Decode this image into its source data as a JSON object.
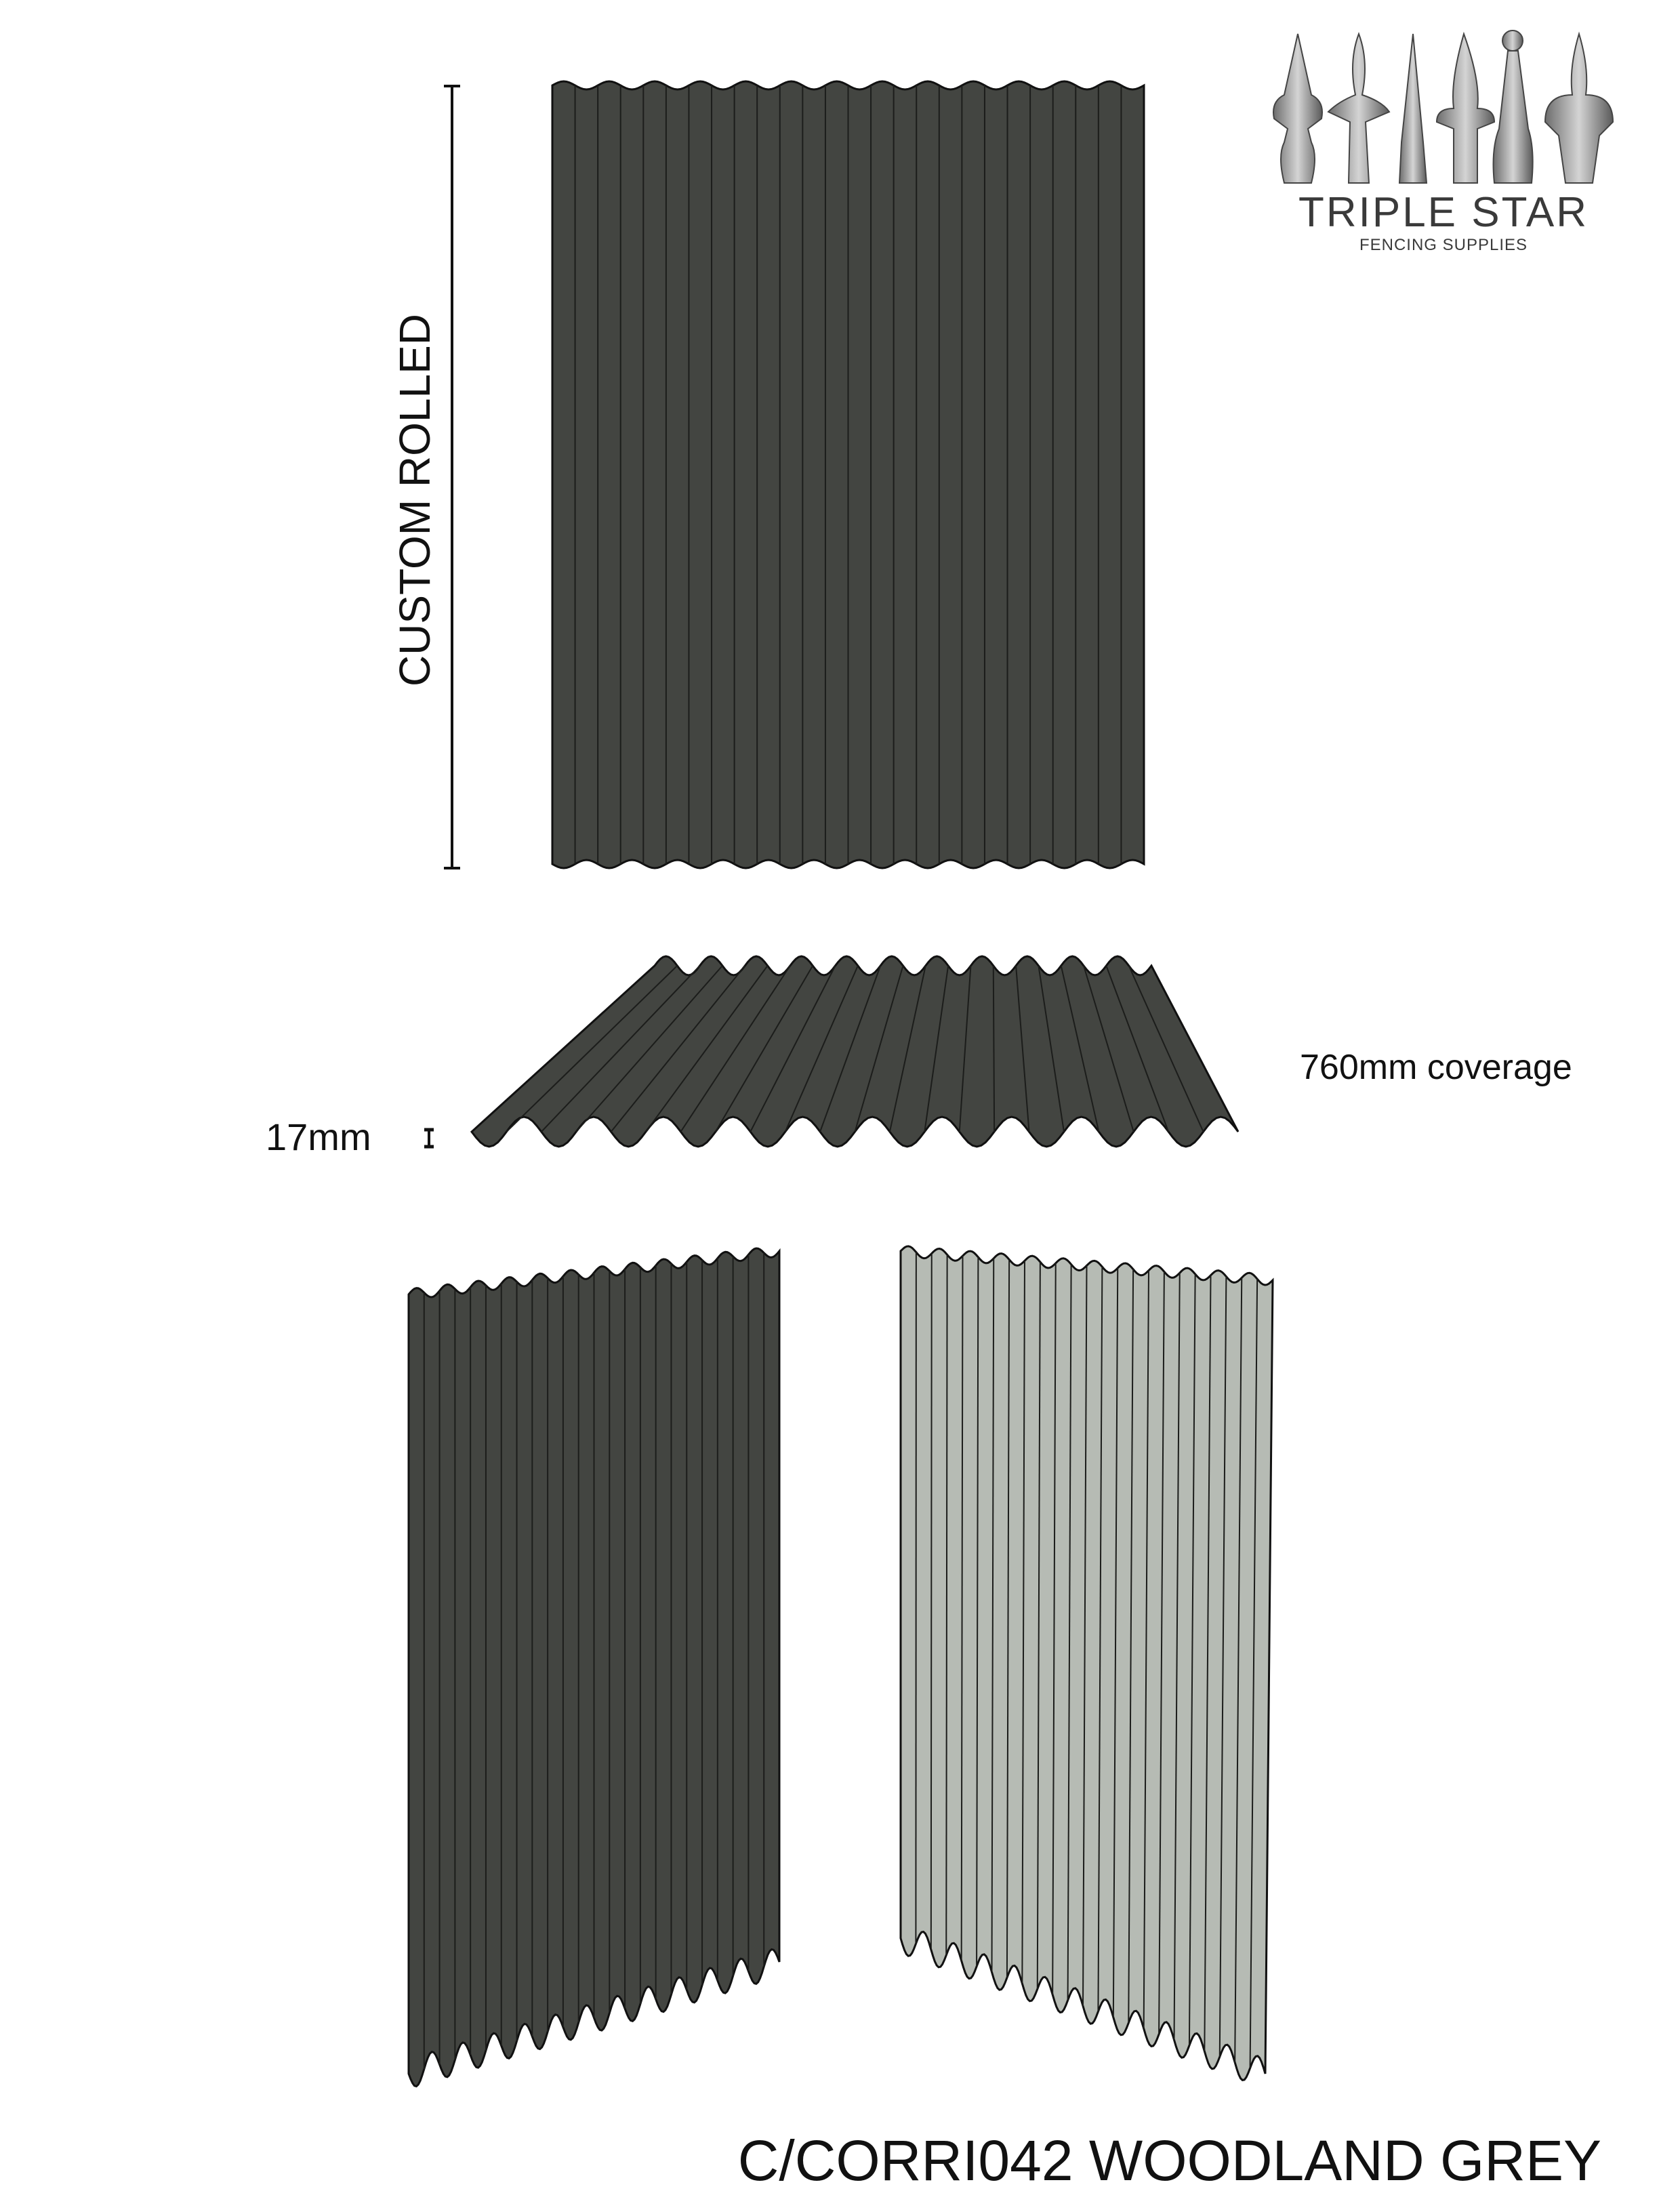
{
  "logo": {
    "title": "TRIPLE STAR",
    "subtitle": "FENCING SUPPLIES"
  },
  "labels": {
    "length": "CUSTOM ROLLED",
    "profile_height": "17mm",
    "coverage": "760mm coverage",
    "product": "C/CORRI042 WOODLAND GREY"
  },
  "colors": {
    "sheet": "#434541",
    "sheet_reverse": "#b6bbb4",
    "rib_line": "#1c1d1b"
  }
}
